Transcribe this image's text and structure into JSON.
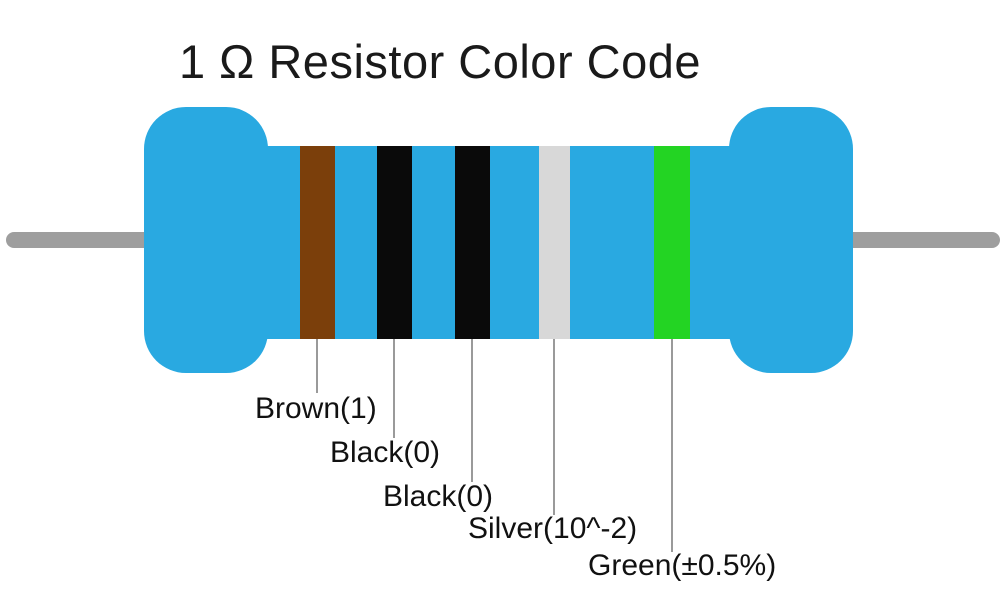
{
  "title": "1 Ω Resistor Color Code",
  "resistor": {
    "body_color": "#29A9E1",
    "lead_color": "#9E9E9E"
  },
  "bands": [
    {
      "name": "brown",
      "label": "Brown(1)",
      "color": "#7B3F0B"
    },
    {
      "name": "black",
      "label": "Black(0)",
      "color": "#0A0A0A"
    },
    {
      "name": "black2",
      "label": "Black(0)",
      "color": "#0A0A0A"
    },
    {
      "name": "silver",
      "label": "Silver(10^-2)",
      "color": "#D8D8D8"
    },
    {
      "name": "green",
      "label": "Green(±0.5%)",
      "color": "#23D423"
    }
  ]
}
